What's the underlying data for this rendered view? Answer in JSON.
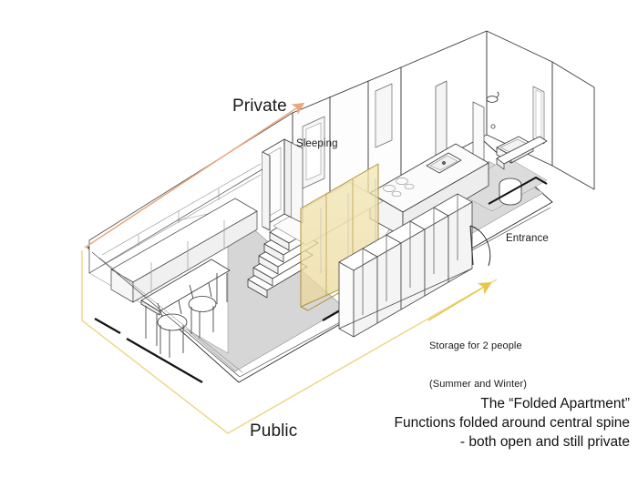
{
  "diagram": {
    "type": "isometric-architectural-section",
    "subject": "The “Folded Apartment”",
    "background_color": "#ffffff",
    "line_color": "#2b2b2b",
    "floor_color": "#d6d6d6",
    "wall_color": "#fcfcfc"
  },
  "labels": {
    "private": "Private",
    "public": "Public",
    "sleeping": "Sleeping",
    "entrance": "Entrance",
    "storage_line1": "Storage for 2 people",
    "storage_line2": "(Summer and Winter)"
  },
  "caption": {
    "line1": "The “Folded Apartment”",
    "line2": "Functions folded around central spine",
    "line3": "- both open and still private"
  },
  "arrows": {
    "private": {
      "label": "Private",
      "color": "#e9a87e",
      "direction": "up-right",
      "description": "tapered arrow along upper-left long edge pointing to private end"
    },
    "public": {
      "label": "Public",
      "color": "#ecd88a",
      "direction": "around-lower-perimeter",
      "description": "pale yellow tapered arrow wrapping the lower-left perimeter"
    },
    "storage": {
      "label": "Storage for 2 people",
      "color": "#e9c64e",
      "direction": "up-right",
      "description": "golden arrow pointing toward the storage bank"
    }
  },
  "elements": {
    "spine_panel": {
      "name": "central translucent spine panel",
      "fill": "#f0e2a6",
      "opacity": 0.72,
      "stroke": "#b9a24e"
    },
    "storage_units": {
      "name": "storage bank",
      "count": 7,
      "note": "row of full-height vertical wardrobe volumes"
    },
    "stairs": {
      "name": "steps to raised sleeping platform",
      "count": 5
    },
    "furniture": [
      {
        "name": "dining-table",
        "count": 1
      },
      {
        "name": "dining-chair",
        "count": 2
      },
      {
        "name": "bench-seating",
        "count": 1
      }
    ],
    "fixtures": [
      {
        "name": "kitchen-sink"
      },
      {
        "name": "cooktop-burners"
      },
      {
        "name": "bathroom-sink"
      },
      {
        "name": "shower-head"
      },
      {
        "name": "toilet"
      },
      {
        "name": "door-swing-arc"
      }
    ]
  }
}
